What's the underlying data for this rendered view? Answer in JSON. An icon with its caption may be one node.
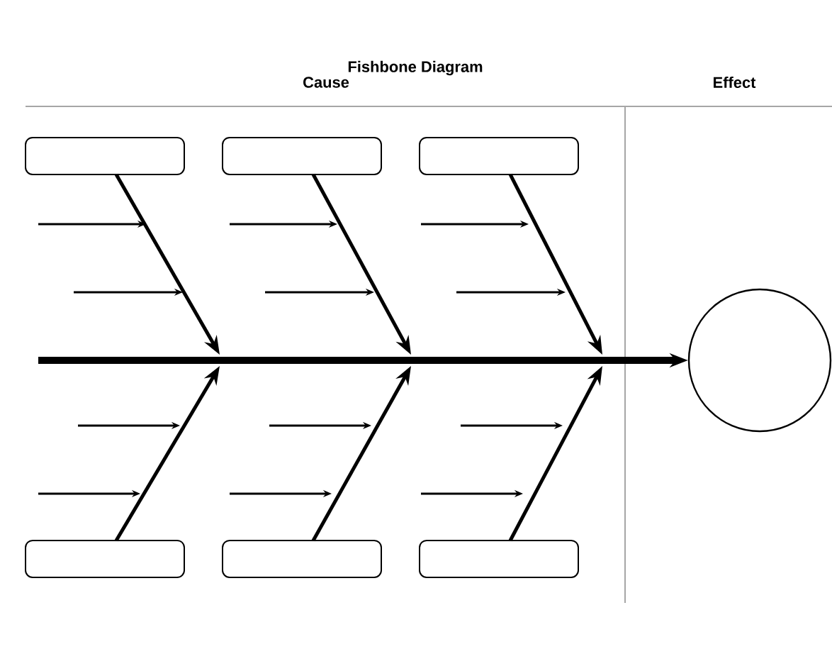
{
  "diagram": {
    "title": "Fishbone Diagram",
    "nodes": [
      {
        "text": [],
        "shape": "box"
      },
      {
        "text": [],
        "shape": "box"
      },
      {
        "text": [],
        "shape": "box"
      },
      {
        "text": [],
        "shape": "circle"
      },
      {
        "text": [],
        "shape": "box"
      },
      {
        "text": [],
        "shape": "box"
      },
      {
        "text": [],
        "shape": "box"
      }
    ],
    "edges": [
      {
        "from": 0,
        "to": null,
        "arrow": "to"
      },
      {
        "from": 1,
        "to": null,
        "arrow": "to"
      },
      {
        "from": 2,
        "to": null,
        "arrow": "to"
      },
      {
        "from": 4,
        "to": null,
        "arrow": "to"
      },
      {
        "from": 5,
        "to": null,
        "arrow": "to"
      },
      {
        "from": 6,
        "to": null,
        "arrow": "to"
      },
      {
        "from": null,
        "to": 3,
        "arrow": "to",
        "style": "thick"
      }
    ],
    "labels": [
      "Cause",
      "Effect"
    ]
  }
}
